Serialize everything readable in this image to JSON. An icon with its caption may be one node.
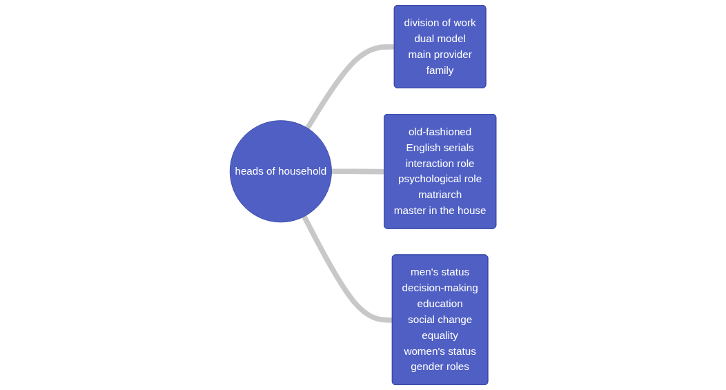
{
  "diagram": {
    "nodes": [
      {
        "text": [
          "heads of household"
        ]
      },
      {
        "text": [
          "division of work",
          "dual model",
          "main provider",
          "family"
        ]
      },
      {
        "text": [
          "old-fashioned",
          "English serials",
          "interaction role",
          "psychological role",
          "matriarch",
          "master in the house"
        ]
      },
      {
        "text": [
          "men's status",
          "decision-making",
          "education",
          "social change",
          "equality",
          "women's status",
          "gender roles"
        ]
      }
    ],
    "edges": [
      {
        "from": 0,
        "to": 1,
        "arrow": "none"
      },
      {
        "from": 0,
        "to": 2,
        "arrow": "none"
      },
      {
        "from": 0,
        "to": 3,
        "arrow": "none"
      }
    ]
  }
}
